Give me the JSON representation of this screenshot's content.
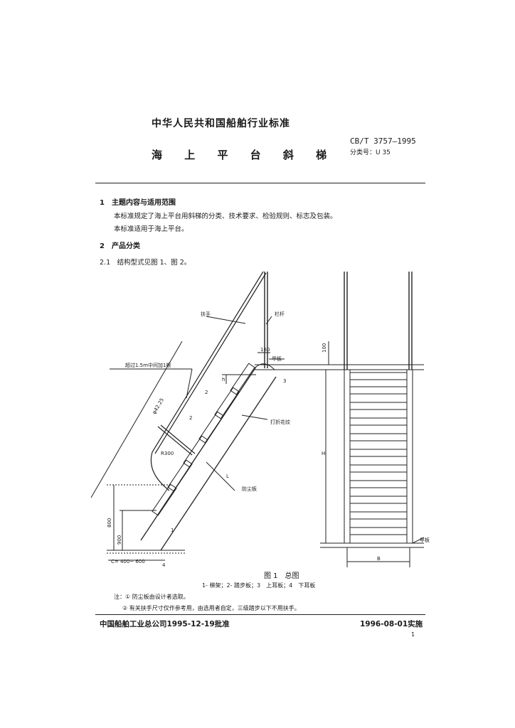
{
  "header": {
    "organization": "中华人民共和国船舶行业标准",
    "title": "海 上 平 台 斜 梯",
    "standard_code": "CB/T 3757—1995",
    "classification": "分类号：U 35"
  },
  "sections": {
    "s1": {
      "heading": "1　主题内容与适用范围",
      "para1": "本标准规定了海上平台用斜梯的分类、技术要求、检验规则、标志及包装。",
      "para2": "本标准适用于海上平台。"
    },
    "s2": {
      "heading": "2　产品分类",
      "sub_2_1": "2.1　结构型式见图 1、图 2。"
    }
  },
  "figure": {
    "labels": {
      "handrail": "扶手",
      "guardrail": "栏杆",
      "deck": "甲板",
      "deck2": "甲板",
      "over_1_5m": "超过1.5m中间加1根",
      "cut_knurl": "打折花纹",
      "anti_skid": "防尘板",
      "dia": "φ42.25",
      "radius": "R300",
      "dim_100": "100",
      "dim_160": "160",
      "dim_800": "800",
      "dim_900": "900",
      "C_range": "C= 400~ 600",
      "H": "H",
      "B": "B",
      "L": "L",
      "h": "h",
      "num1": "1",
      "num2": "2",
      "num3": "3",
      "num4": "4",
      "num2b": "2"
    },
    "caption": "图 1　总图",
    "legend": "1- 梯架；2- 踏步板；3　上耳板；4　下耳板"
  },
  "notes": {
    "note1": "注：① 防尘板由设计者选取。",
    "note2": "② 有关扶手尺寸仅作参考用，由选用者自定，三级踏步以下不用扶手。"
  },
  "footer": {
    "approved": "中国船舶工业总公司1995-12-19批准",
    "effective": "1996-08-01实施",
    "page": "1"
  }
}
